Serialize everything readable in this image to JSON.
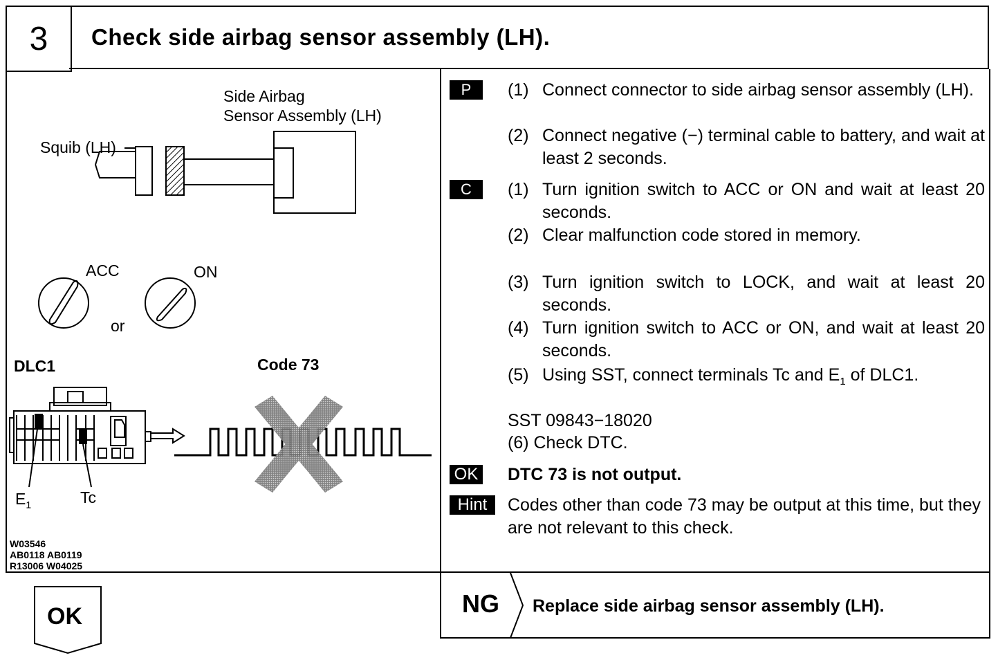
{
  "header": {
    "step_number": "3",
    "title": "Check side airbag sensor assembly (LH)."
  },
  "figure": {
    "sensor_label_1": "Side Airbag",
    "sensor_label_2": "Sensor Assembly (LH)",
    "squib_label": "Squib (LH)",
    "acc_label": "ACC",
    "on_label": "ON",
    "or_label": "or",
    "dlc_label": "DLC1",
    "code_label": "Code 73",
    "e1_label": "E",
    "e1_sub": "1",
    "tc_label": "Tc",
    "ref_codes": [
      "W03546",
      "AB0118 AB0119",
      "R13006 W04025"
    ]
  },
  "procedure": {
    "p_tag": "P",
    "p_steps": [
      {
        "num": "(1)",
        "text": "Connect connector to side airbag sensor assembly (LH)."
      },
      {
        "num": "(2)",
        "text": "Connect negative (−) terminal cable to battery, and wait at least 2 seconds."
      }
    ],
    "c_tag": "C",
    "c_steps": [
      {
        "num": "(1)",
        "text": "Turn ignition switch to ACC or ON and wait at least 20 seconds."
      },
      {
        "num": "(2)",
        "text": "Clear malfunction code stored in memory."
      },
      {
        "num": "(3)",
        "text": "Turn ignition switch to LOCK, and wait at least 20 seconds."
      },
      {
        "num": "(4)",
        "text": "Turn ignition switch to ACC or ON, and wait at least 20 seconds."
      },
      {
        "num": "(5)",
        "text_a": "Using SST, connect terminals Tc and E",
        "text_sub": "1",
        "text_b": " of DLC1."
      }
    ],
    "sst": "SST 09843−18020",
    "step6": "(6) Check DTC.",
    "ok_tag": "OK",
    "ok_text": "DTC 73 is not output.",
    "hint_tag": "Hint",
    "hint_text": "Codes other than code 73 may be output at this time, but they are not relevant to this check."
  },
  "result": {
    "ng_label": "NG",
    "ng_text": "Replace side airbag sensor assembly (LH).",
    "ok_label": "OK"
  }
}
